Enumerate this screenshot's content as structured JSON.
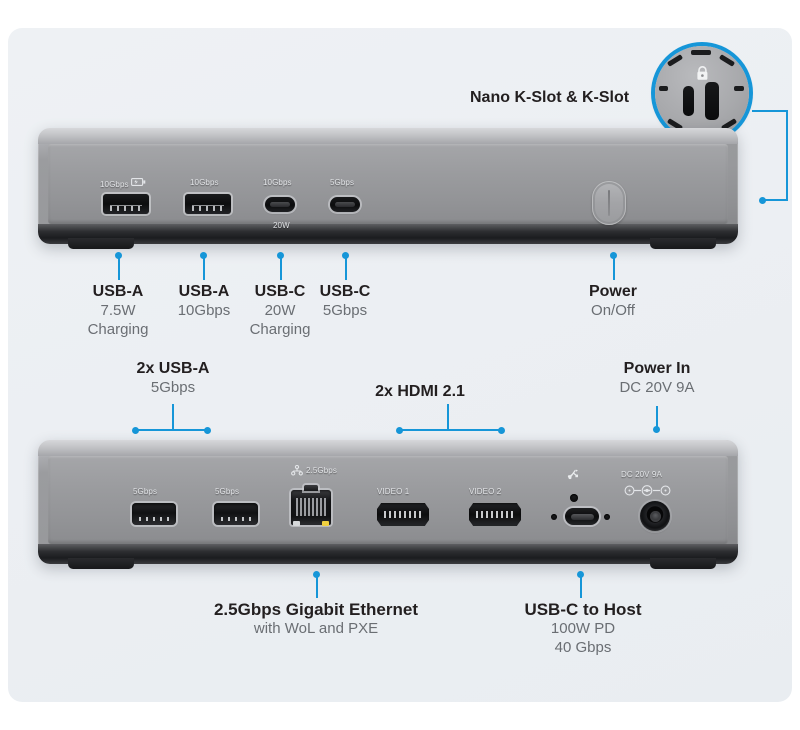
{
  "diagram": {
    "title_visible": false,
    "accent_color": "#1696d8",
    "background_color": "#eef1f4",
    "text_color": "#231f20",
    "subtext_color": "#6a6e73"
  },
  "front_panel": {
    "port_labels": [
      {
        "speed": "10Gbps",
        "icon": "battery-charging-icon",
        "sub": ""
      },
      {
        "speed": "10Gbps",
        "icon": "",
        "sub": ""
      },
      {
        "speed": "10Gbps",
        "icon": "",
        "sub": "20W"
      },
      {
        "speed": "5Gbps",
        "icon": "",
        "sub": ""
      }
    ],
    "power_button": {
      "icon": "power-icon"
    }
  },
  "rear_panel": {
    "port_labels": [
      {
        "text": "5Gbps"
      },
      {
        "text": "5Gbps"
      },
      {
        "text": "2.5Gbps",
        "icon": "ethernet-icon"
      },
      {
        "text": "VIDEO 1"
      },
      {
        "text": "VIDEO 2"
      },
      {
        "text": "",
        "icon": "usb-host-icon"
      },
      {
        "text": "DC 20V 9A",
        "icon": "dc-polarity-icon"
      }
    ]
  },
  "callouts": {
    "nano_k_slot": {
      "title": "Nano K-Slot & K-Slot",
      "sub": ""
    },
    "usb_a_1": {
      "title": "USB-A",
      "line2": "7.5W",
      "line3": "Charging"
    },
    "usb_a_2": {
      "title": "USB-A",
      "line2": "10Gbps",
      "line3": ""
    },
    "usb_c_1": {
      "title": "USB-C",
      "line2": "20W",
      "line3": "Charging"
    },
    "usb_c_2": {
      "title": "USB-C",
      "line2": "5Gbps",
      "line3": ""
    },
    "power": {
      "title": "Power",
      "line2": "On/Off"
    },
    "rear_usb_a": {
      "title": "2x USB-A",
      "line2": "5Gbps"
    },
    "hdmi": {
      "title": "2x HDMI 2.1",
      "line2": ""
    },
    "power_in": {
      "title": "Power In",
      "line2": "DC 20V 9A"
    },
    "ethernet": {
      "title": "2.5Gbps Gigabit Ethernet",
      "line2": "with WoL and PXE"
    },
    "usb_c_host": {
      "title": "USB-C to Host",
      "line2": "100W PD",
      "line3": "40 Gbps"
    }
  },
  "magnifier": {
    "name": "k-slot-magnifier",
    "lock_icon": "lock-icon",
    "slot_count": 2
  }
}
